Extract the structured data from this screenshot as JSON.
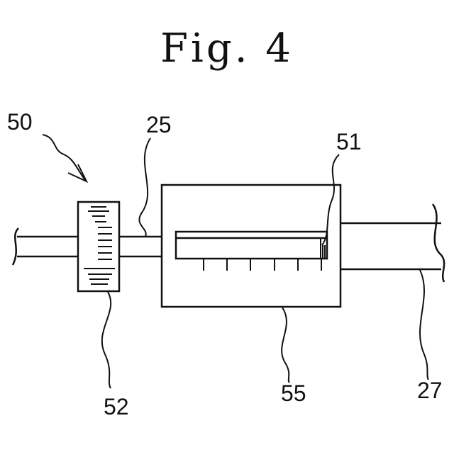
{
  "figure": {
    "title": "Fig. 4"
  },
  "labels": {
    "assembly": "50",
    "shaft": "25",
    "indicator": "51",
    "dial": "52",
    "housing": "55",
    "rod": "27"
  },
  "colors": {
    "ink": "#111111",
    "background": "#ffffff"
  }
}
